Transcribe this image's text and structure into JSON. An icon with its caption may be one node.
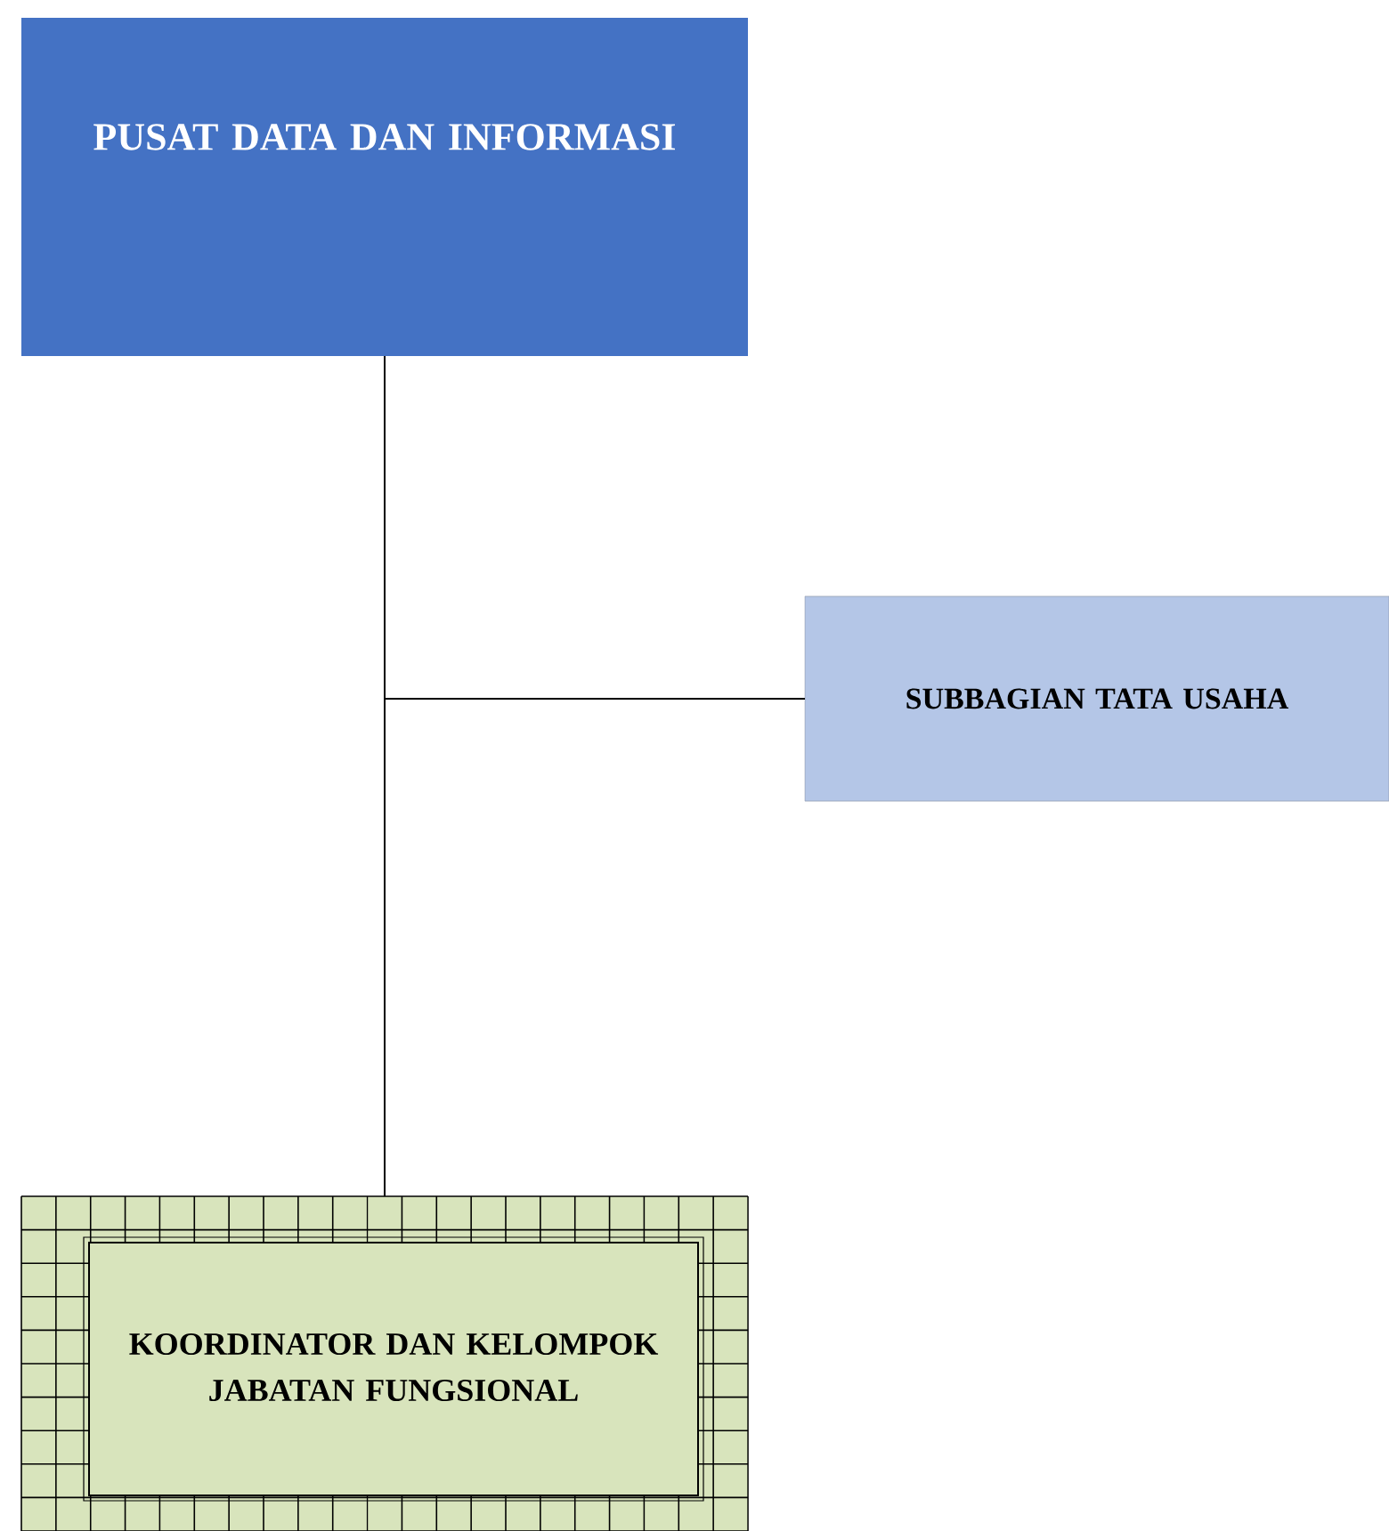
{
  "diagram": {
    "nodes": [
      {
        "text": [
          "PUSAT DATA DAN INFORMASI"
        ]
      },
      {
        "text": [
          "SUBBAGIAN TATA USAHA"
        ]
      },
      {
        "text": [
          "KOORDINATOR DAN KELOMPOK JABATAN FUNGSIONAL"
        ]
      }
    ],
    "edges": [
      {
        "from": 0,
        "to": 1,
        "arrow": "none"
      },
      {
        "from": 0,
        "to": 2,
        "arrow": "none"
      }
    ]
  }
}
